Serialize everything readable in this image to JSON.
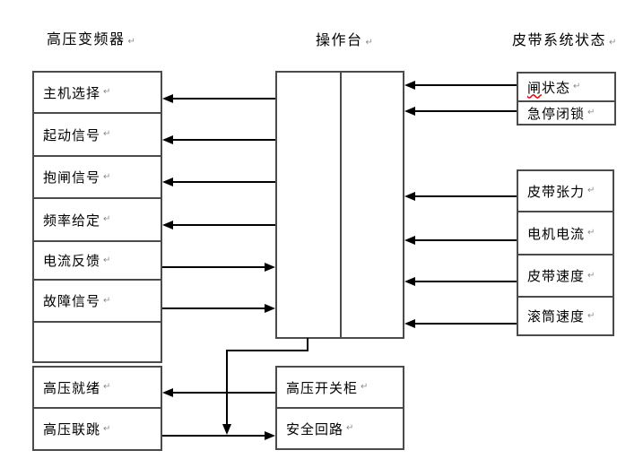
{
  "titles": {
    "left": "高压变频器",
    "center": "操作台",
    "right": "皮带系统状态"
  },
  "marks": {
    "return": "↵"
  },
  "colors": {
    "background": "#ffffff",
    "box_border": "#4b4b4b",
    "arrow": "#000000",
    "spellcheck_underline": "#e00000"
  },
  "boxes": {
    "left_top": {
      "rows": [
        "主机选择",
        "起动信号",
        "抱闸信号",
        "频率给定",
        "电流反馈",
        "故障信号",
        ""
      ]
    },
    "left_bottom": {
      "rows": [
        "高压就绪",
        "高压联跳"
      ]
    },
    "right_top": {
      "rows": [
        "闸状态",
        "急停闭锁"
      ]
    },
    "right_bottom": {
      "rows": [
        "皮带张力",
        "电机电流",
        "皮带速度",
        "滚筒速度"
      ]
    },
    "bottom_center": {
      "rows": [
        "高压开关柜",
        "安全回路"
      ]
    }
  },
  "connections": [
    {
      "from": "操作台",
      "to": "主机选择"
    },
    {
      "from": "操作台",
      "to": "起动信号"
    },
    {
      "from": "操作台",
      "to": "抱闸信号"
    },
    {
      "from": "操作台",
      "to": "频率给定"
    },
    {
      "from": "电流反馈",
      "to": "操作台"
    },
    {
      "from": "故障信号",
      "to": "操作台"
    },
    {
      "from": "闸状态",
      "to": "操作台"
    },
    {
      "from": "急停闭锁",
      "to": "操作台"
    },
    {
      "from": "皮带张力",
      "to": "操作台"
    },
    {
      "from": "电机电流",
      "to": "操作台"
    },
    {
      "from": "皮带速度",
      "to": "操作台"
    },
    {
      "from": "滚筒速度",
      "to": "操作台"
    },
    {
      "from": "高压开关柜",
      "to": "高压就绪"
    },
    {
      "from": "高压联跳",
      "to": "安全回路"
    },
    {
      "from": "操作台",
      "to": "安全回路"
    }
  ]
}
